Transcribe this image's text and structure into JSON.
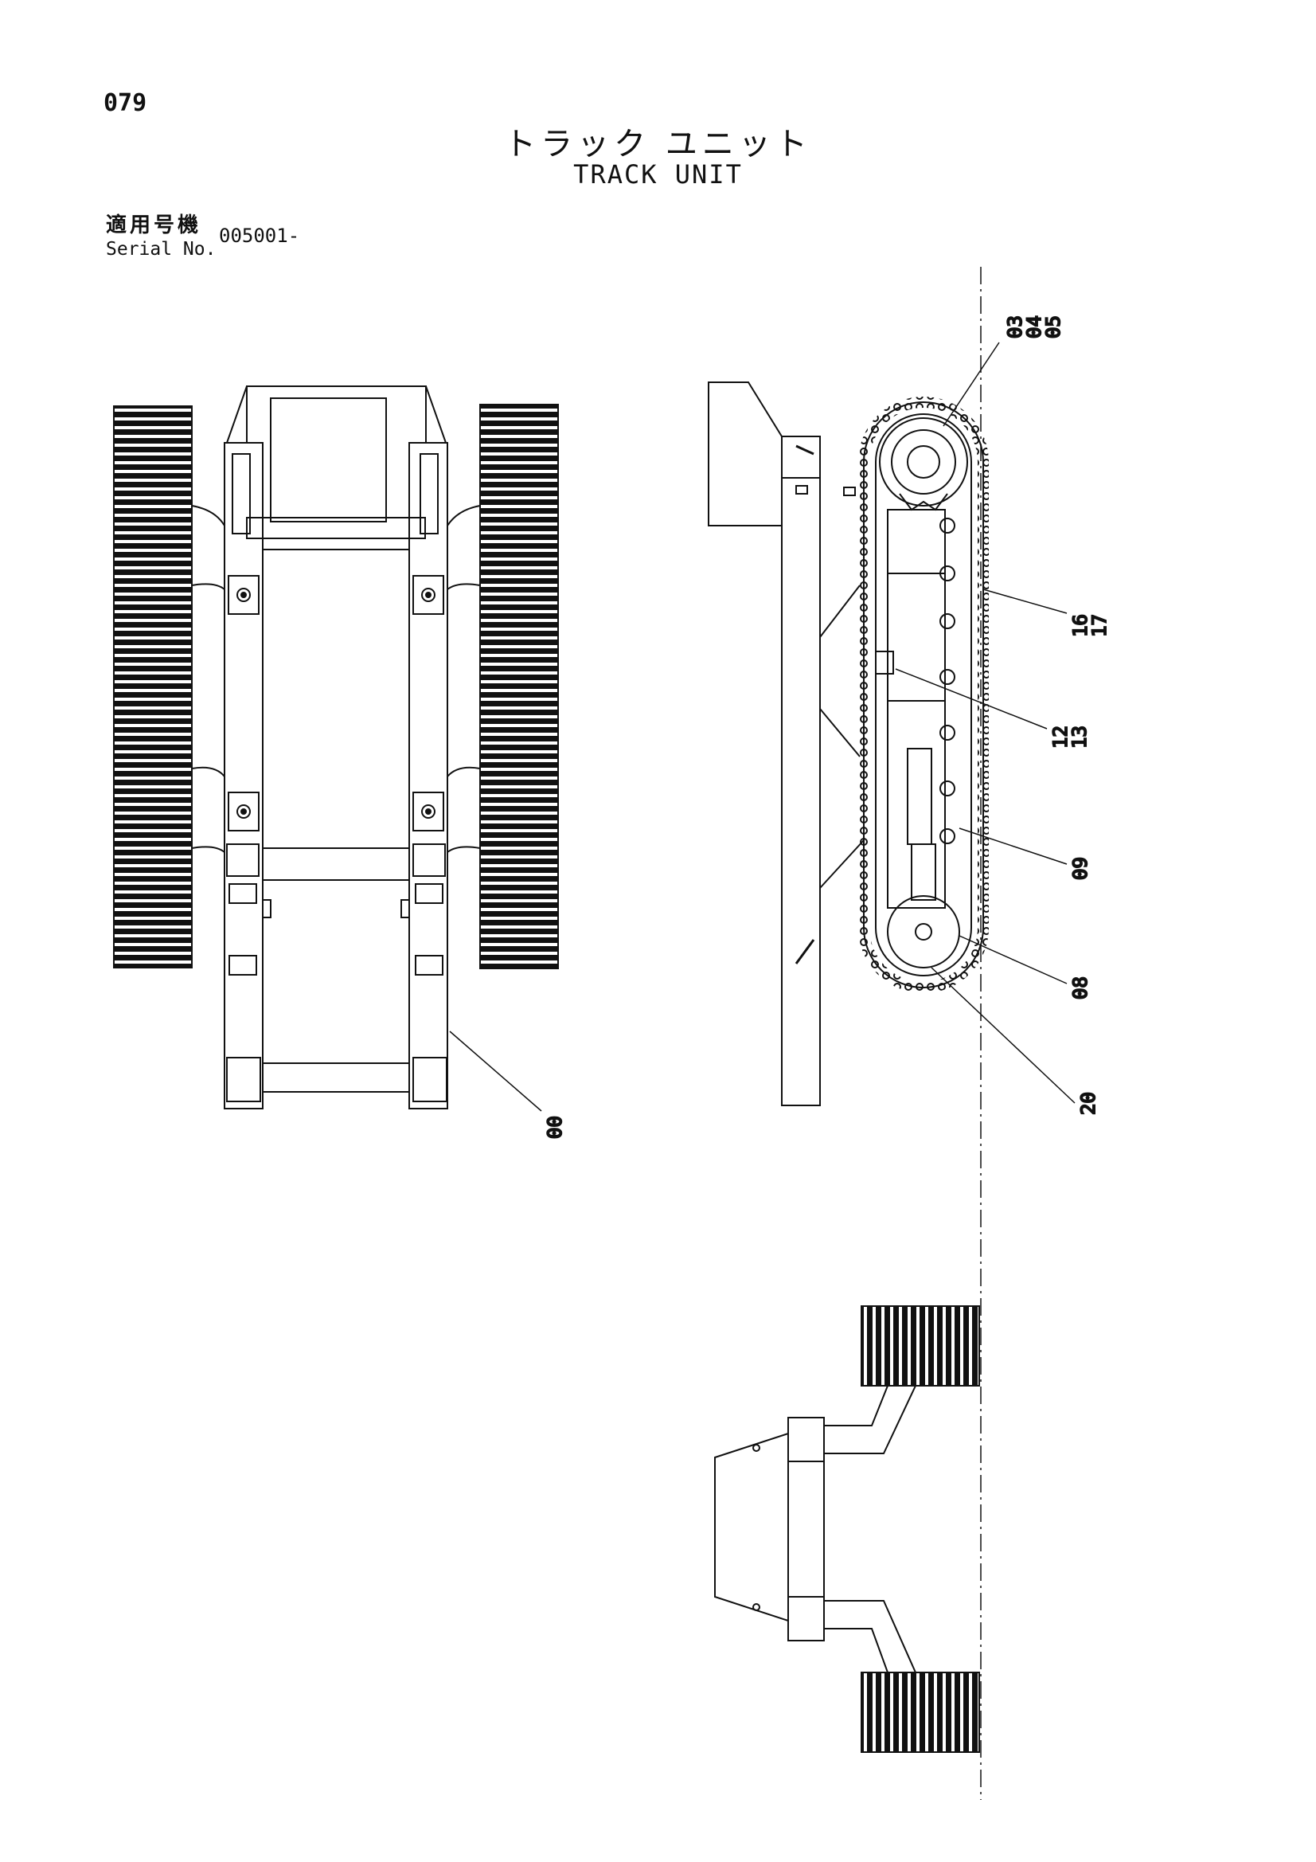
{
  "page": {
    "number": "079",
    "title_ja": "トラック ユニット",
    "title_en": "TRACK UNIT",
    "serial_label_ja": "適用号機",
    "serial_label_en": "Serial No.",
    "serial_value": "005001-"
  },
  "callouts": {
    "c03": "03",
    "c04": "04",
    "c05": "05",
    "c16": "16",
    "c17": "17",
    "c12": "12",
    "c13": "13",
    "c09": "09",
    "c08": "08",
    "c20": "20",
    "c00": "00"
  },
  "views": {
    "top_view_icon": "track-frame-top-view",
    "side_view_icon": "track-frame-side-view",
    "end_view_icon": "track-frame-end-view"
  }
}
